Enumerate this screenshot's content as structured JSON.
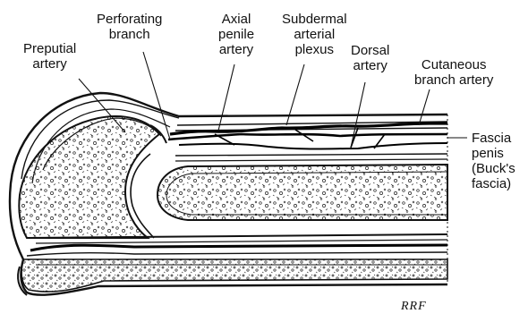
{
  "labels": {
    "preputial_artery": [
      "Preputial",
      "artery"
    ],
    "perforating_branch": [
      "Perforating",
      "branch"
    ],
    "axial_penile_artery": [
      "Axial",
      "penile",
      "artery"
    ],
    "subdermal_arterial_plexus": [
      "Subdermal",
      "arterial",
      "plexus"
    ],
    "dorsal_artery": [
      "Dorsal",
      "artery"
    ],
    "cutaneous_branch_artery": [
      "Cutaneous",
      "branch artery"
    ],
    "fascia_penis": [
      "Fascia",
      "penis",
      "(Buck's",
      "fascia)"
    ]
  },
  "signature": "RRF",
  "colors": {
    "ink": "#111111",
    "background": "#ffffff"
  }
}
